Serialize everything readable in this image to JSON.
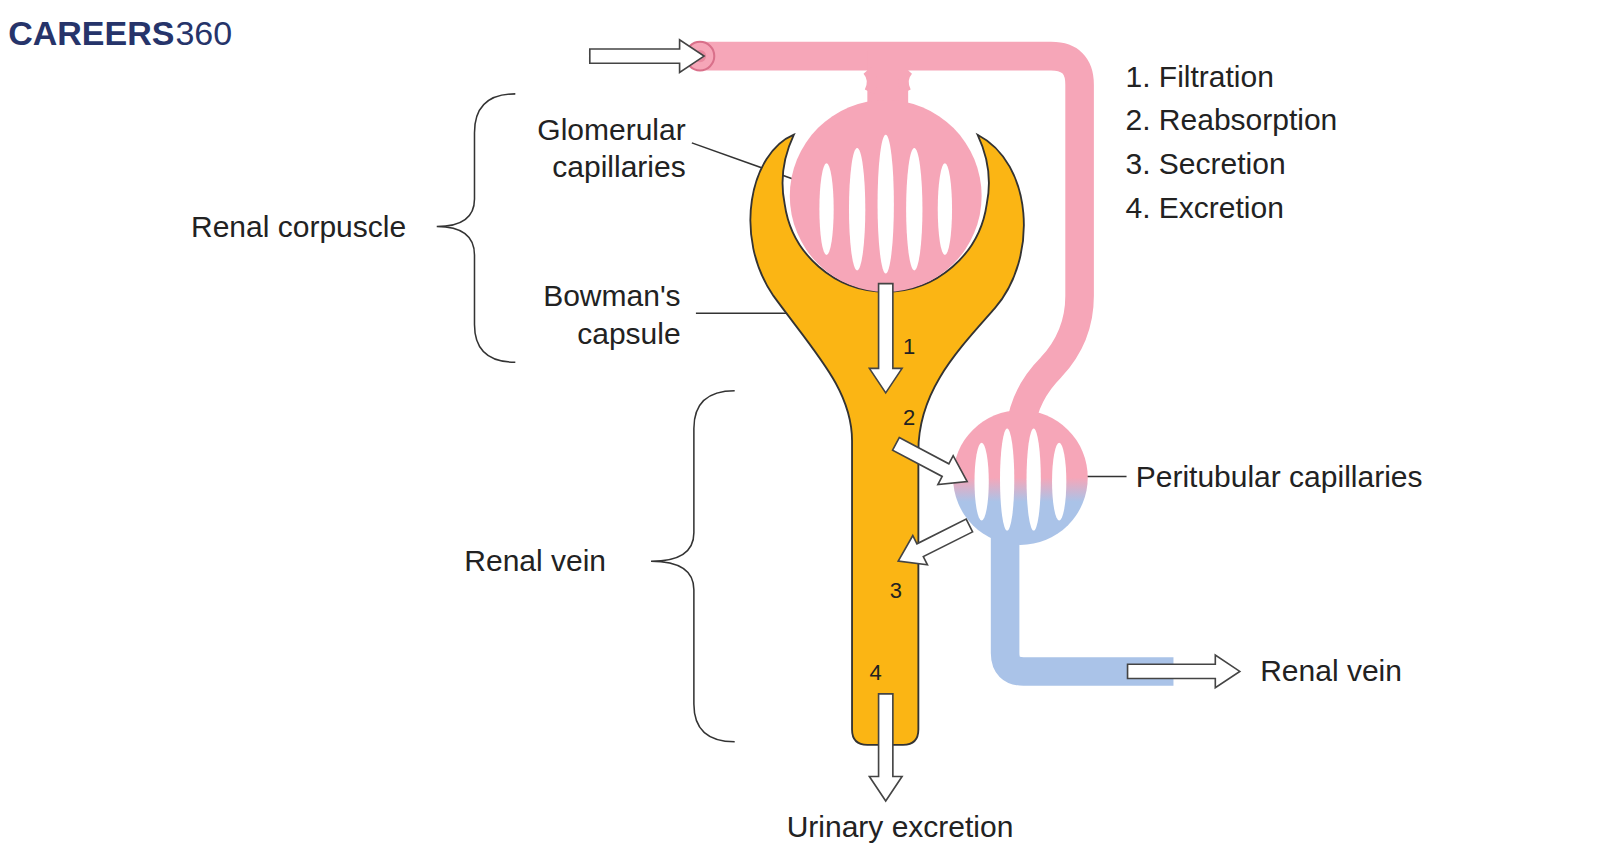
{
  "diagram": {
    "labels": [
      "CAREERS",
      "360",
      "Glomerular capillaries",
      "Renal corpuscle",
      "Bowman's capsule",
      "1",
      "2",
      "3",
      "4",
      "Renal vein",
      "Peritubular capillaries",
      "Renal vein",
      "Urinary excretion",
      "1. Filtration",
      "2. Reabsorption",
      "3. Secretion",
      "4. Excretion"
    ]
  }
}
